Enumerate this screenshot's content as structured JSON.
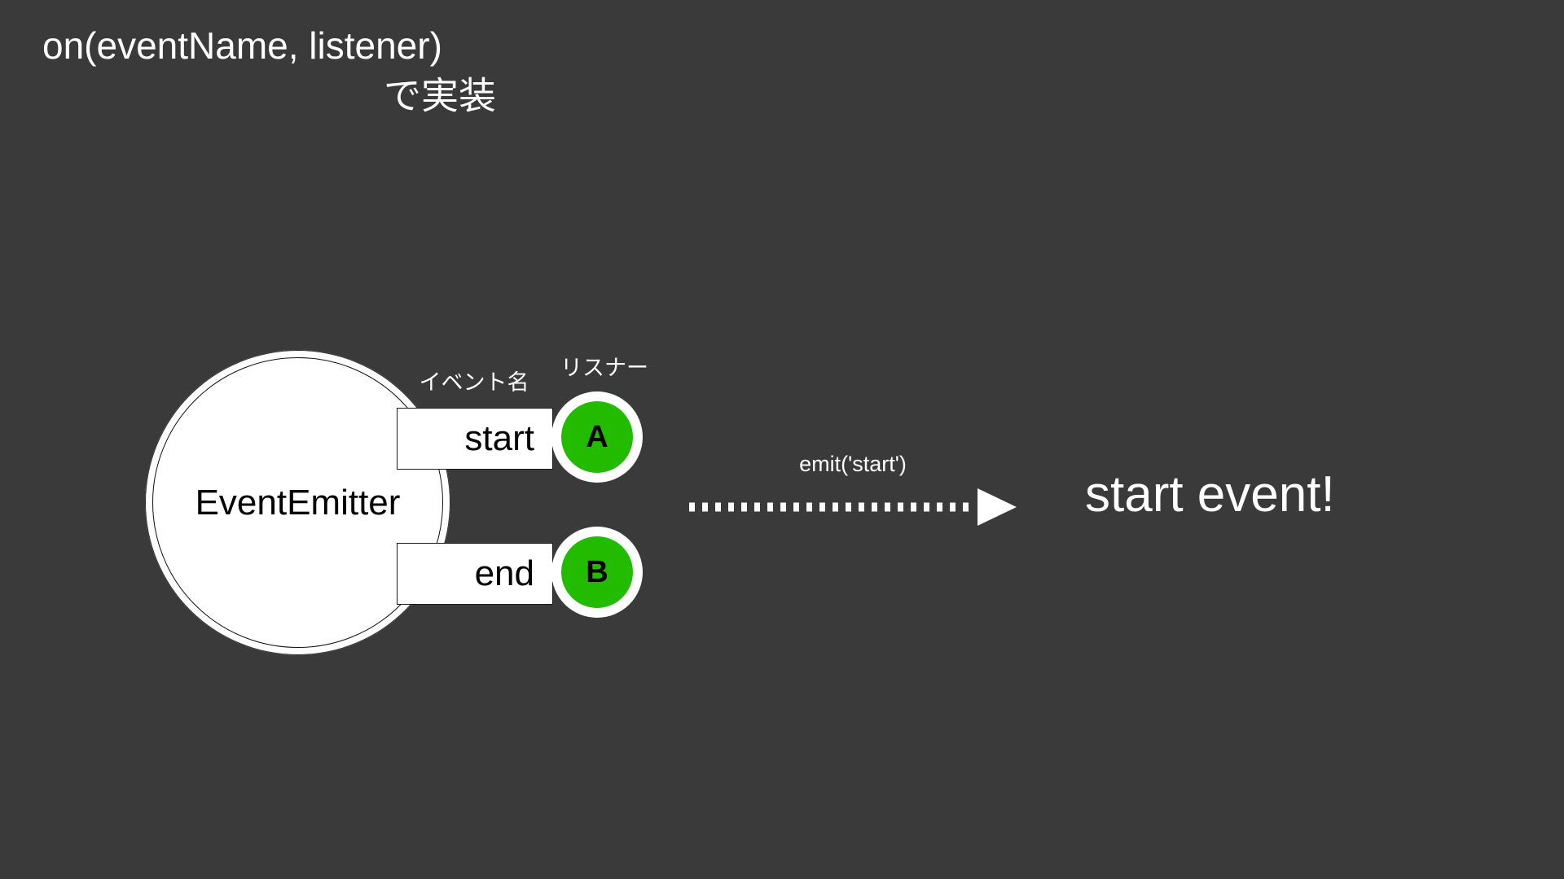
{
  "slide": {
    "background_color": "#3a3a3a",
    "title": {
      "line1": "on(eventName, listener)",
      "line2": "で実装"
    }
  },
  "diagram": {
    "emitter": {
      "label": "EventEmitter",
      "fill_color": "#ffffff",
      "text_color": "#000000"
    },
    "captions": {
      "event_name": "イベント名",
      "listener": "リスナー"
    },
    "registrations": [
      {
        "event_name": "start",
        "listener_label": "A",
        "listener_color": "#22bb00"
      },
      {
        "event_name": "end",
        "listener_label": "B",
        "listener_color": "#22bb00"
      }
    ],
    "emit_flow": {
      "label": "emit('start')",
      "arrow_icon": "dotted-arrow-right-icon",
      "arrow_color": "#ffffff",
      "result_text": "start event!"
    }
  }
}
